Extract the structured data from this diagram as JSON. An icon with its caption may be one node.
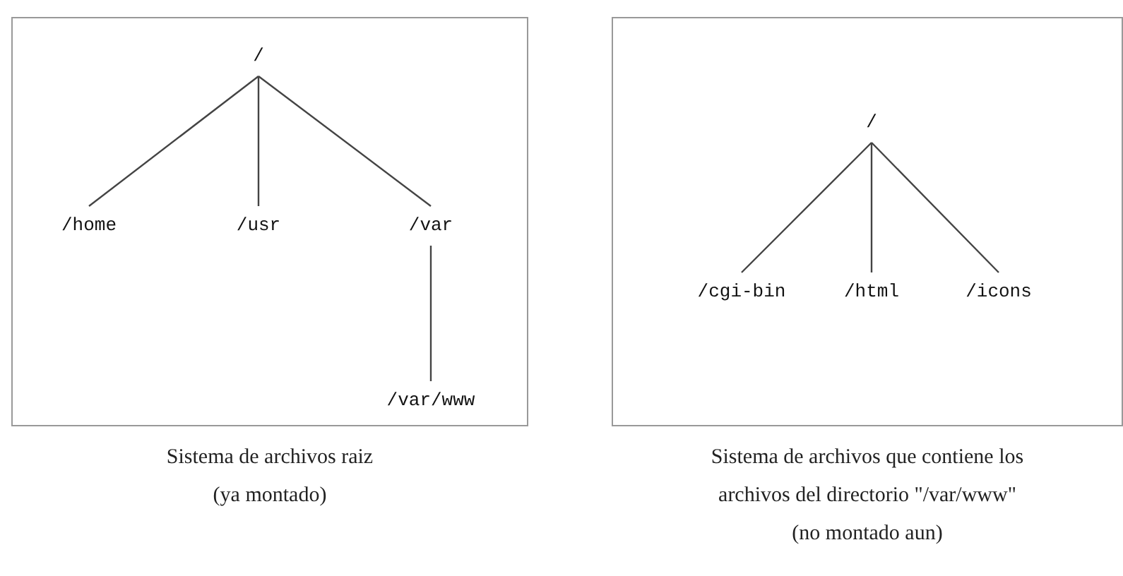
{
  "diagram": {
    "nodes": [
      {
        "text": [
          "Sistema de archivos raiz (ya montado)"
        ]
      },
      {
        "text": [
          "/"
        ],
        "in": 0
      },
      {
        "text": [
          "/home"
        ],
        "in": 0
      },
      {
        "text": [
          "/usr"
        ],
        "in": 0
      },
      {
        "text": [
          "/var"
        ],
        "in": 0
      },
      {
        "text": [
          "/var/www"
        ],
        "in": 0
      },
      {
        "text": [
          "Sistema de archivos que contiene los archivos del directorio \"/var/www\" (no montado aun)"
        ]
      },
      {
        "text": [
          "/"
        ],
        "in": 6
      },
      {
        "text": [
          "/cgi-bin"
        ],
        "in": 6
      },
      {
        "text": [
          "/html"
        ],
        "in": 6
      },
      {
        "text": [
          "/icons"
        ],
        "in": 6
      }
    ],
    "edges": [
      {
        "from": 1,
        "to": 2,
        "arrow": "none"
      },
      {
        "from": 1,
        "to": 3,
        "arrow": "none"
      },
      {
        "from": 1,
        "to": 4,
        "arrow": "none"
      },
      {
        "from": 4,
        "to": 5,
        "arrow": "none"
      },
      {
        "from": 7,
        "to": 8,
        "arrow": "none"
      },
      {
        "from": 7,
        "to": 9,
        "arrow": "none"
      },
      {
        "from": 7,
        "to": 10,
        "arrow": "none"
      }
    ]
  }
}
